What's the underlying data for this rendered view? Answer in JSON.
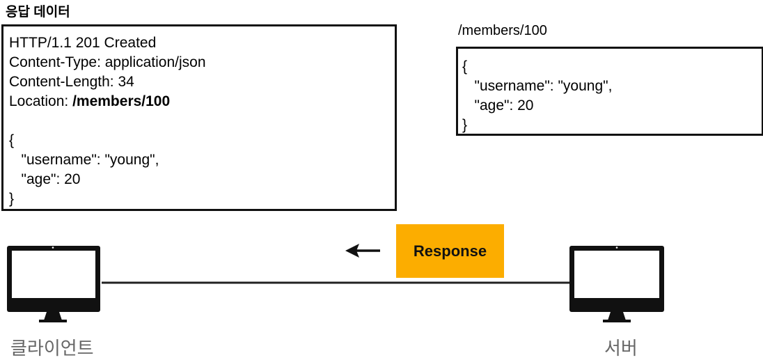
{
  "section_title": "응답 데이터",
  "response_box": {
    "lines": [
      "HTTP/1.1 201 Created",
      "Content-Type: application/json",
      "Content-Length: 34"
    ],
    "location_key": "Location: ",
    "location_value": "/members/100",
    "body_lines": [
      "{",
      "   \"username\": \"young\",",
      "   \"age\": 20",
      "}"
    ]
  },
  "resource": {
    "path": "/members/100",
    "body_lines": [
      "{",
      "   \"username\": \"young\",",
      "   \"age\": 20",
      "}"
    ]
  },
  "response_label": "Response",
  "client_label": "클라이언트",
  "server_label": "서버"
}
